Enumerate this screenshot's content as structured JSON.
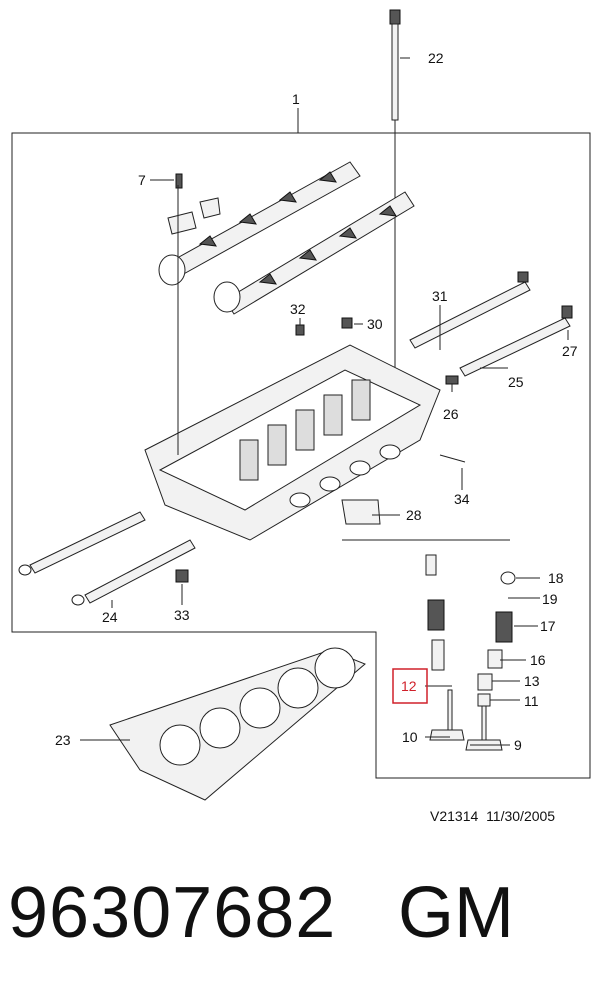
{
  "callouts": {
    "c1": "1",
    "c7": "7",
    "c22": "22",
    "c32": "32",
    "c30": "30",
    "c31": "31",
    "c27": "27",
    "c25": "25",
    "c26": "26",
    "c34": "34",
    "c28": "28",
    "c24": "24",
    "c33": "33",
    "c18": "18",
    "c19": "19",
    "c17": "17",
    "c16": "16",
    "c13": "13",
    "c11": "11",
    "c12": "12",
    "c10": "10",
    "c9": "9",
    "c23": "23"
  },
  "highlight_color": "#d0202a",
  "highlighted_callout": "12",
  "footer": {
    "ref_code": "V21314",
    "date": "11/30/2005"
  },
  "part_number": "96307682",
  "manufacturer": "GM"
}
